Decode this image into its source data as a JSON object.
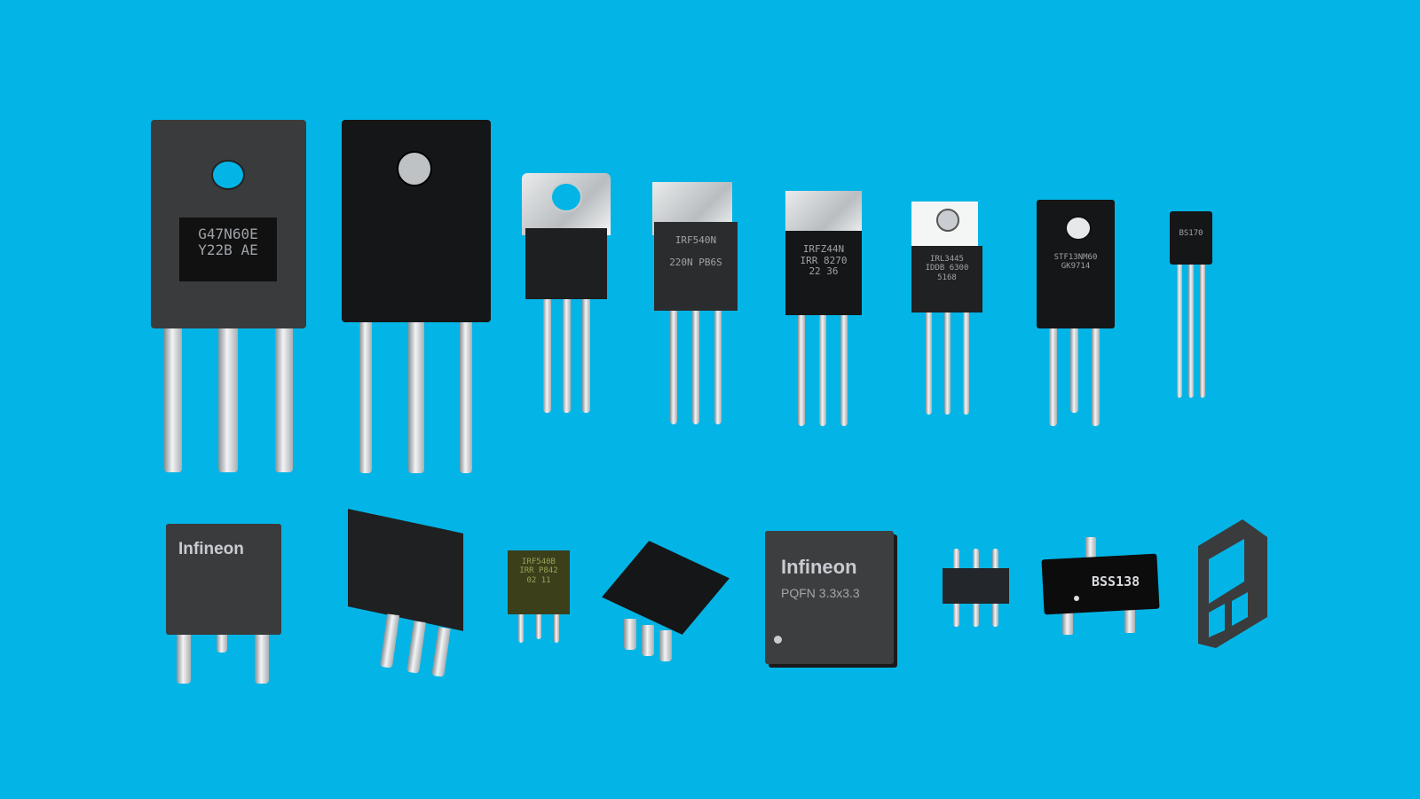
{
  "background_color": "#03b5e6",
  "components": {
    "to247_st": {
      "line1": "G47N60E",
      "line2": "Y22B  AE"
    },
    "to220_a": {
      "line1": "IRF540N",
      "line2": "220N  PB6S"
    },
    "to220_b": {
      "line1": "IRFZ44N",
      "line2": "IRR 8270",
      "line3": "22   36"
    },
    "to220_c": {
      "line1": "IRL3445",
      "line2": "IDDB 6300",
      "line3": "5168"
    },
    "to220f": {
      "line1": "STF13NM60",
      "line2": "GK9714"
    },
    "to92": {
      "line1": "BS170"
    },
    "dpak_infineon": {
      "brand": "Infineon"
    },
    "small_green": {
      "line1": "IRF540B",
      "line2": "IRR P842",
      "line3": "02   11"
    },
    "pqfn": {
      "brand": "Infineon",
      "package": "PQFN 3.3x3.3"
    },
    "sot23": {
      "line1": "BSS138"
    }
  }
}
